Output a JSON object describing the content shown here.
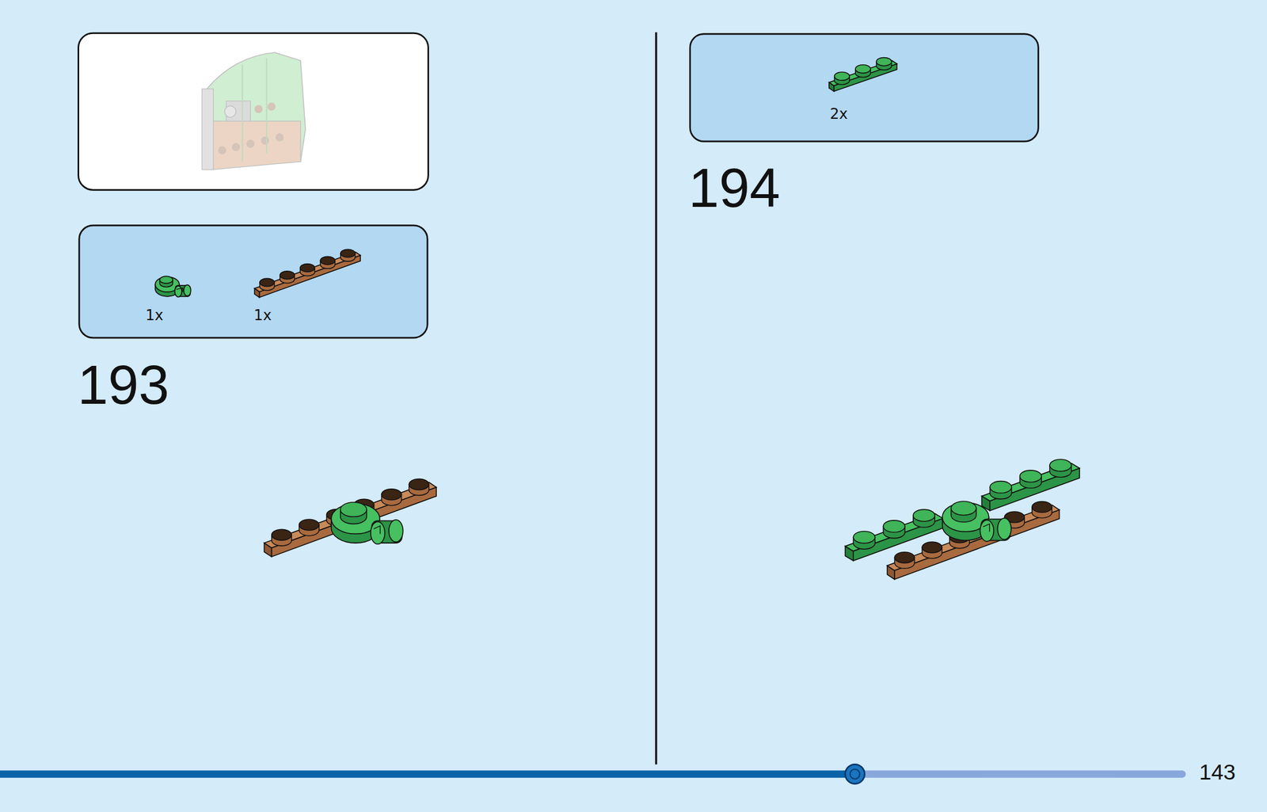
{
  "diagram": {
    "nodes": [
      {
        "text": [
          "1x",
          "1x"
        ]
      },
      {
        "text": [
          "2x"
        ]
      }
    ],
    "labels": [
      "193",
      "194",
      "143"
    ]
  }
}
